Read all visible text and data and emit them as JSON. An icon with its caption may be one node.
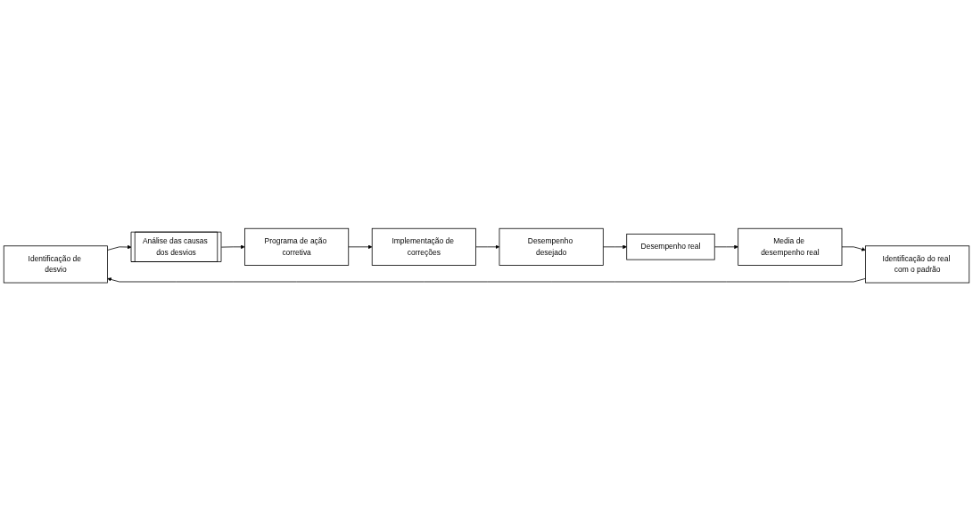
{
  "diagram": {
    "nodes": [
      {
        "text": [
          "Identificação de desvio"
        ]
      },
      {
        "text": [
          "Identificação do real com o padrão"
        ]
      },
      {
        "text": [
          "Media de desempenho real"
        ]
      },
      {
        "text": [
          "Desempenho real"
        ]
      },
      {
        "text": [
          "Análise das causas dos desvios"
        ]
      },
      {
        "text": [
          "Programa de ação corretiva"
        ]
      },
      {
        "text": [
          "Implementação de correções"
        ]
      },
      {
        "text": [
          "Desempenho desejado"
        ]
      }
    ],
    "edges": [
      {
        "from": 1,
        "to": 0,
        "arrow": "to"
      },
      {
        "from": 2,
        "to": 1,
        "arrow": "to"
      },
      {
        "from": 3,
        "to": 2,
        "arrow": "to"
      },
      {
        "from": 0,
        "to": 4,
        "arrow": "to"
      },
      {
        "from": 4,
        "to": 5,
        "arrow": "to"
      },
      {
        "from": 5,
        "to": 6,
        "arrow": "to"
      },
      {
        "from": 6,
        "to": 7,
        "arrow": "to"
      },
      {
        "from": 7,
        "to": 3,
        "arrow": "to"
      }
    ]
  }
}
